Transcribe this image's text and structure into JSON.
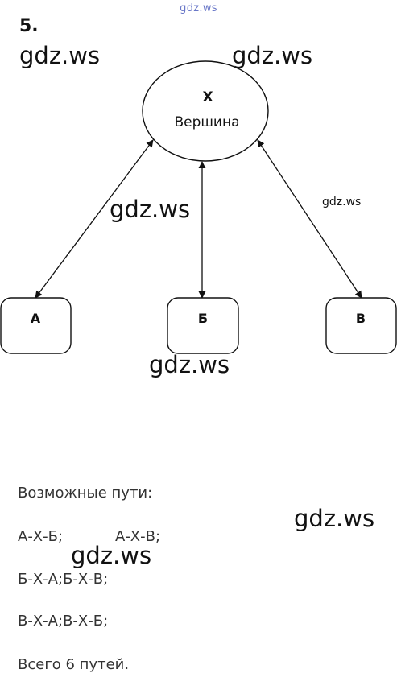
{
  "header": {
    "site_watermark": "gdz.ws",
    "task_number": "5."
  },
  "watermarks": [
    "gdz.ws",
    "gdz.ws",
    "gdz.ws",
    "gdz.ws",
    "gdz.ws",
    "gdz.ws",
    "gdz.ws"
  ],
  "diagram": {
    "top_node": {
      "letter": "Х",
      "label": "Вершина"
    },
    "bottom_nodes": [
      {
        "label": "А"
      },
      {
        "label": "Б"
      },
      {
        "label": "В"
      }
    ],
    "edges": [
      {
        "from": "А",
        "to": "Х",
        "direction": "both"
      },
      {
        "from": "Б",
        "to": "Х",
        "direction": "both"
      },
      {
        "from": "В",
        "to": "Х",
        "direction": "both"
      }
    ]
  },
  "answer": {
    "heading": "Возможные пути:",
    "paths_row1_a": "А-Х-Б;",
    "paths_row1_b": "А-Х-В;",
    "paths_row2": "Б-Х-А;Б-Х-В;",
    "paths_row3": "В-Х-А;В-Х-Б;",
    "total": "Всего 6 путей."
  }
}
